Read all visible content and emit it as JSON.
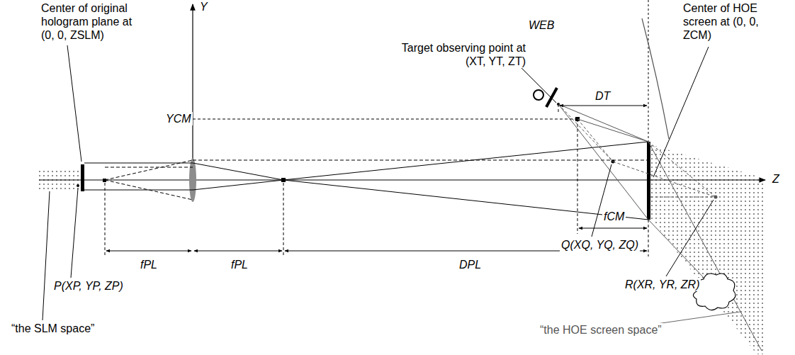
{
  "diagram": {
    "labels": [
      "Center of original hologram plane at (0, 0, ZSLM)",
      "Y",
      "YCM",
      "Target observing point at (XT, YT, ZT)",
      "WEB",
      "DT",
      "Center of HOE screen at (0, 0, ZCM)",
      "Z",
      "fCM",
      "Q(XQ, YQ, ZQ)",
      "fPL",
      "fPL",
      "DPL",
      "P(XP, YP, ZP)",
      "R(XR, YR, ZR)",
      "“the SLM space”",
      "“the HOE screen space”"
    ]
  }
}
